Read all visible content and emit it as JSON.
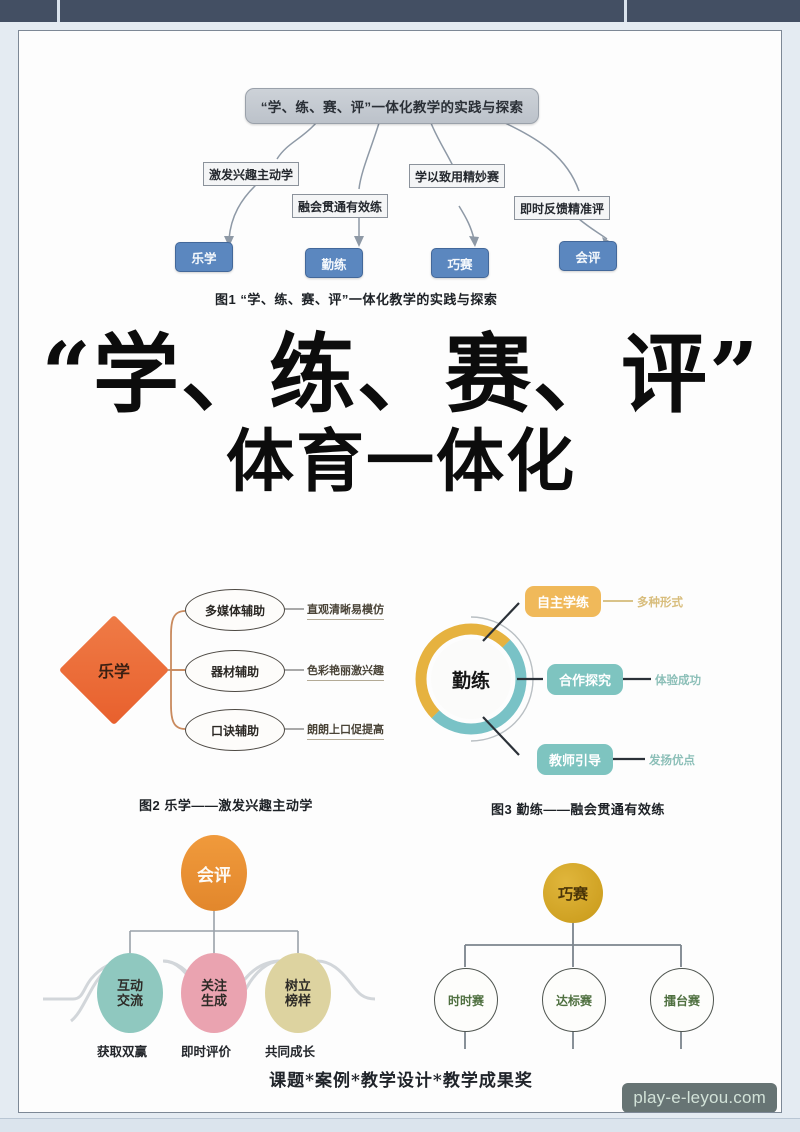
{
  "browser": {
    "watermark": "play-e-leyou.com"
  },
  "headline": {
    "line1": "“学、练、赛、评”",
    "line2": "体育一体化"
  },
  "figure1": {
    "title": "“学、练、赛、评”一体化教学的实践与探索",
    "labels": [
      "激发兴趣主动学",
      "融会贯通有效练",
      "学以致用精妙赛",
      "即时反馈精准评"
    ],
    "nodes": [
      "乐学",
      "勤练",
      "巧赛",
      "会评"
    ],
    "node_color": "#5b87bf",
    "caption": "图1  “学、练、赛、评”一体化教学的实践与探索"
  },
  "figure2": {
    "core": "乐学",
    "core_color": "#e8602d",
    "branches": [
      {
        "node": "多媒体辅助",
        "tail": "直观清晰易模仿"
      },
      {
        "node": "器材辅助",
        "tail": "色彩艳丽激兴趣"
      },
      {
        "node": "口诀辅助",
        "tail": "朗朗上口促提高"
      }
    ],
    "caption": "图2   乐学——激发兴趣主动学"
  },
  "figure3": {
    "core": "勤练",
    "ring_colors": {
      "amber": "#e6b23f",
      "teal": "#79c2c6"
    },
    "branches": [
      {
        "node": "自主学练",
        "tail": "多种形式",
        "color": "#f0b95a",
        "tail_color": "#d8bd7c"
      },
      {
        "node": "合作探究",
        "tail": "体验成功",
        "color": "#7ec4c0",
        "tail_color": "#8cbfb8"
      },
      {
        "node": "教师引导",
        "tail": "发扬优点",
        "color": "#7ec4c0",
        "tail_color": "#8cbfb8"
      }
    ],
    "caption": "图3   勤练——融会贯通有效练"
  },
  "figure4": {
    "core": "会评",
    "core_color": "#e2872c",
    "leaves": [
      {
        "line1": "互动",
        "line2": "交流",
        "caption": "获取双赢",
        "color": "#8fc8bf"
      },
      {
        "line1": "关注",
        "line2": "生成",
        "caption": "即时评价",
        "color": "#eaa3b0"
      },
      {
        "line1": "树立",
        "line2": "榜样",
        "caption": "共同成长",
        "color": "#ddd3a0"
      }
    ]
  },
  "figure5": {
    "core": "巧赛",
    "core_color": "#cfa122",
    "leaves": [
      "时时赛",
      "达标赛",
      "擂台赛"
    ]
  },
  "footer": {
    "text": "课题*案例*教学设计*教学成果奖"
  }
}
